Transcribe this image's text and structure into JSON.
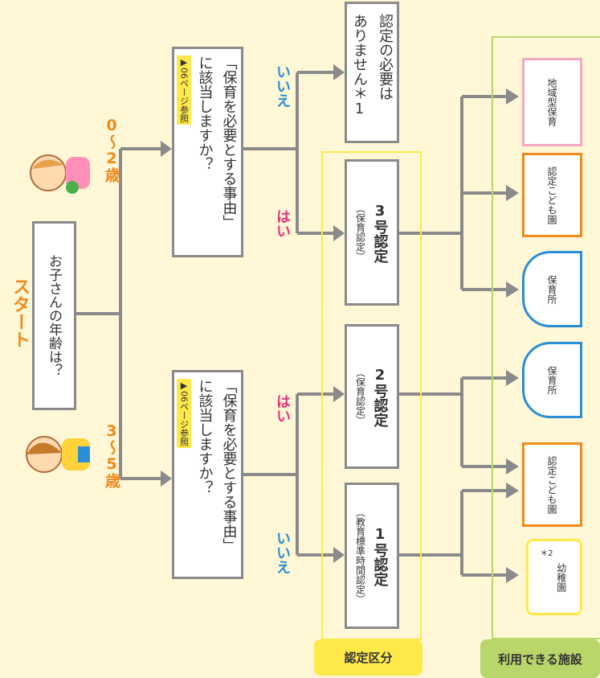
{
  "start_label": "スタート",
  "question_age": "お子さんの年齢は？",
  "age_0_2": "0～2歳",
  "age_3_5": "3～5歳",
  "need_question_line1": "「保育を必要とする事由」",
  "need_question_line2": "に該当しますか？",
  "page_ref": "▶06ページ参照",
  "yes_label": "はい",
  "no_label": "いいえ",
  "not_required_line1": "認定の必要は",
  "not_required_line2": "ありません＊1",
  "cert1": {
    "title": "1号認定",
    "sub": "（教育標準時間認定）"
  },
  "cert2": {
    "title": "2号認定",
    "sub": "（保育認定）"
  },
  "cert3": {
    "title": "3号認定",
    "sub": "（保育認定）"
  },
  "panel_certification": "認定区分",
  "panel_facilities": "利用できる施設",
  "facilities": {
    "kindergarten": "幼稚園",
    "kindergarten_note": "＊2",
    "certified_center": "認定こども園",
    "nursery": "保育所",
    "community": "地域型保育"
  },
  "colors": {
    "orange": "#f08a1c",
    "blue": "#2a8fd6",
    "pink": "#e6337a",
    "yellow_panel": "#ffe94a",
    "green_panel": "#b9d66a",
    "gray": "#8a8a8a",
    "facility_pink": "#f3a9c1"
  }
}
